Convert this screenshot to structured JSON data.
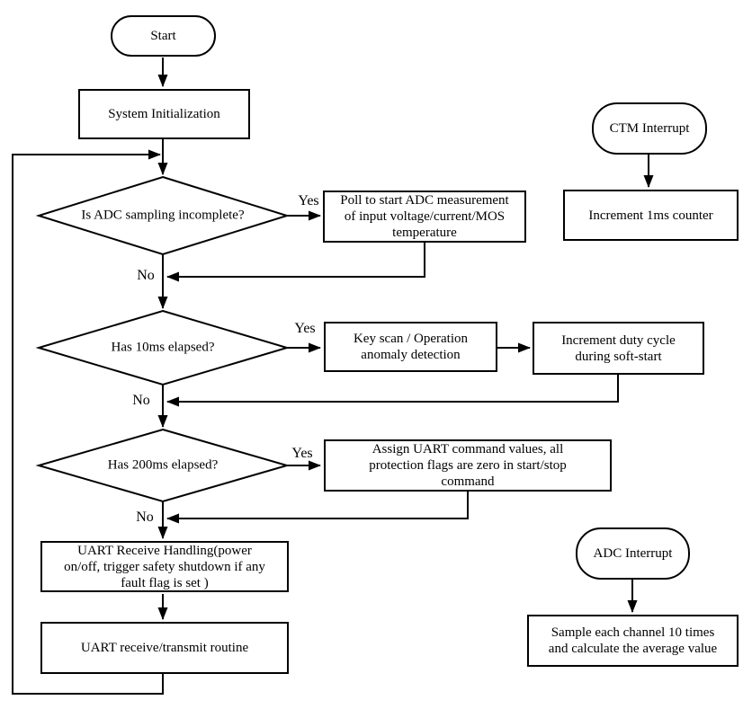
{
  "diagram": {
    "colors": {
      "background": "#ffffff",
      "stroke": "#000000",
      "text": "#000000"
    },
    "branch_labels": {
      "yes": "Yes",
      "no": "No"
    },
    "nodes": {
      "start": {
        "type": "terminator",
        "label": "Start"
      },
      "system_initialization": {
        "type": "process",
        "label": "System Initialization"
      },
      "adc_sampling_decision": {
        "type": "decision",
        "label": "Is ADC sampling incomplete?"
      },
      "poll_adc_measurement": {
        "type": "process",
        "label": "Poll to start ADC measurement\nof input voltage/current/MOS\ntemperature"
      },
      "elapsed_10ms_decision": {
        "type": "decision",
        "label": "Has 10ms elapsed?"
      },
      "key_scan": {
        "type": "process",
        "label": "Key scan / Operation\nanomaly detection"
      },
      "increment_duty_cycle": {
        "type": "process",
        "label": "Increment duty cycle\nduring soft-start"
      },
      "elapsed_200ms_decision": {
        "type": "decision",
        "label": "Has 200ms elapsed?"
      },
      "assign_uart_command": {
        "type": "process",
        "label": "Assign UART command values, all\nprotection flags are zero in start/stop\ncommand"
      },
      "uart_receive_handling": {
        "type": "process",
        "label": "UART Receive Handling(power\non/off, trigger safety shutdown if any\nfault flag is set )"
      },
      "uart_receive_transmit_routine": {
        "type": "process",
        "label": "UART receive/transmit routine"
      },
      "ctm_interrupt": {
        "type": "terminator",
        "label": "CTM Interrupt"
      },
      "increment_1ms_counter": {
        "type": "process",
        "label": "Increment 1ms counter"
      },
      "adc_interrupt": {
        "type": "terminator",
        "label": "ADC Interrupt"
      },
      "sample_average": {
        "type": "process",
        "label": "Sample each channel 10 times\nand calculate the average value"
      }
    },
    "edges": [
      {
        "from": "start",
        "to": "system_initialization"
      },
      {
        "from": "system_initialization",
        "to": "adc_sampling_decision"
      },
      {
        "from": "adc_sampling_decision",
        "to": "poll_adc_measurement",
        "label": "Yes"
      },
      {
        "from": "poll_adc_measurement",
        "to": "elapsed_10ms_decision"
      },
      {
        "from": "adc_sampling_decision",
        "to": "elapsed_10ms_decision",
        "label": "No"
      },
      {
        "from": "elapsed_10ms_decision",
        "to": "key_scan",
        "label": "Yes"
      },
      {
        "from": "key_scan",
        "to": "increment_duty_cycle"
      },
      {
        "from": "increment_duty_cycle",
        "to": "elapsed_200ms_decision"
      },
      {
        "from": "elapsed_10ms_decision",
        "to": "elapsed_200ms_decision",
        "label": "No"
      },
      {
        "from": "elapsed_200ms_decision",
        "to": "assign_uart_command",
        "label": "Yes"
      },
      {
        "from": "assign_uart_command",
        "to": "uart_receive_handling"
      },
      {
        "from": "elapsed_200ms_decision",
        "to": "uart_receive_handling",
        "label": "No"
      },
      {
        "from": "uart_receive_handling",
        "to": "uart_receive_transmit_routine"
      },
      {
        "from": "uart_receive_transmit_routine",
        "to": "adc_sampling_decision"
      },
      {
        "from": "ctm_interrupt",
        "to": "increment_1ms_counter"
      },
      {
        "from": "adc_interrupt",
        "to": "sample_average"
      }
    ]
  }
}
